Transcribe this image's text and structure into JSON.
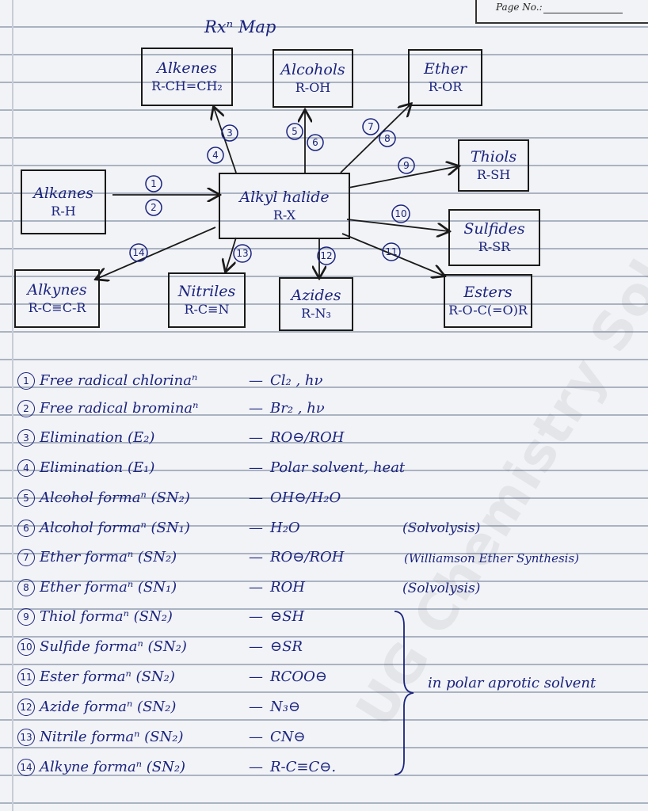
{
  "header": {
    "page_no_label": "Page No.:"
  },
  "title": "Rxⁿ Map",
  "watermark": "UG Chemistry Solutions",
  "boxes": {
    "alkenes": {
      "name": "Alkenes",
      "formula": "R-CH=CH₂"
    },
    "alcohols": {
      "name": "Alcohols",
      "formula": "R-OH"
    },
    "ether": {
      "name": "Ether",
      "formula": "R-OR"
    },
    "thiols": {
      "name": "Thiols",
      "formula": "R-SH"
    },
    "alkanes": {
      "name": "Alkanes",
      "formula": "R-H"
    },
    "alkyl": {
      "name": "Alkyl halide",
      "formula": "R-X"
    },
    "sulfides": {
      "name": "Sulfides",
      "formula": "R-SR"
    },
    "alkynes": {
      "name": "Alkynes",
      "formula": "R-C≡C-R"
    },
    "nitriles": {
      "name": "Nitriles",
      "formula": "R-C≡N"
    },
    "azides": {
      "name": "Azides",
      "formula": "R-N₃"
    },
    "esters": {
      "name": "Esters",
      "formula": "R-O-C(=O)R"
    }
  },
  "arrow_numbers": [
    "1",
    "2",
    "3",
    "4",
    "5",
    "6",
    "7",
    "8",
    "9",
    "10",
    "11",
    "12",
    "13",
    "14"
  ],
  "reactions": [
    {
      "n": "1",
      "name": "Free radical chlorinaⁿ",
      "reagent": "Cl₂ , hν"
    },
    {
      "n": "2",
      "name": "Free radical brominaⁿ",
      "reagent": "Br₂ , hν"
    },
    {
      "n": "3",
      "name": "Elimination (E₂)",
      "reagent": "RO⊖/ROH"
    },
    {
      "n": "4",
      "name": "Elimination (E₁)",
      "reagent": "Polar solvent, heat"
    },
    {
      "n": "5",
      "name": "Alcohol formaⁿ (SN₂)",
      "reagent": "OH⊖/H₂O"
    },
    {
      "n": "6",
      "name": "Alcohol formaⁿ (SN₁)",
      "reagent": "H₂O"
    },
    {
      "n": "7",
      "name": "Ether formaⁿ (SN₂)",
      "reagent": "RO⊖/ROH"
    },
    {
      "n": "8",
      "name": "Ether formaⁿ (SN₁)",
      "reagent": "ROH"
    },
    {
      "n": "9",
      "name": "Thiol formaⁿ (SN₂)",
      "reagent": "⊖SH"
    },
    {
      "n": "10",
      "name": "Sulfide formaⁿ (SN₂)",
      "reagent": "⊖SR"
    },
    {
      "n": "11",
      "name": "Ester formaⁿ (SN₂)",
      "reagent": "RCOO⊖"
    },
    {
      "n": "12",
      "name": "Azide formaⁿ (SN₂)",
      "reagent": "N₃⊖"
    },
    {
      "n": "13",
      "name": "Nitrile formaⁿ (SN₂)",
      "reagent": "CN⊖"
    },
    {
      "n": "14",
      "name": "Alkyne formaⁿ (SN₂)",
      "reagent": "R-C≡C⊖."
    }
  ],
  "notes": {
    "solvolysis_6": "(Solvolysis)",
    "williamson": "(Williamson Ether Synthesis)",
    "solvolysis_8": "(Solvolysis)",
    "aprotic": "in polar aprotic solvent"
  },
  "ink_color": "#1a237e"
}
